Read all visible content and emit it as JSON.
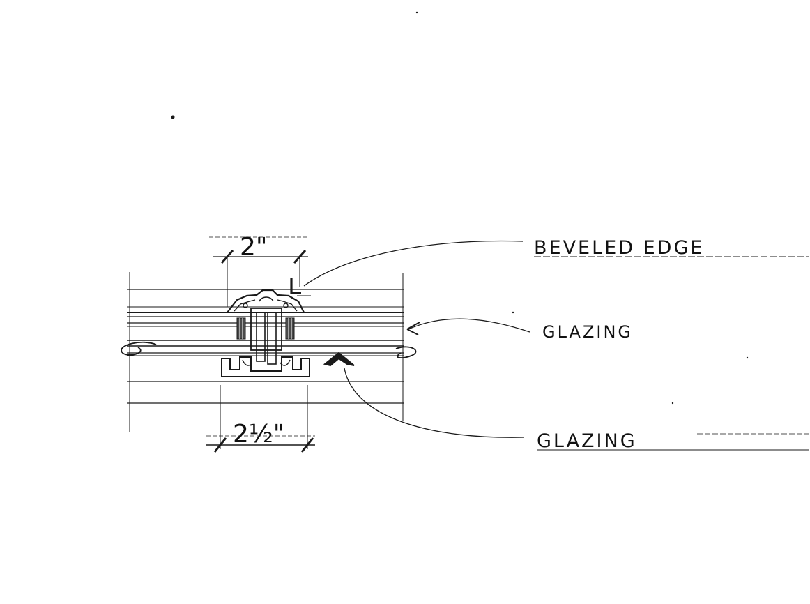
{
  "drawing": {
    "dimensions": {
      "top": "2\"",
      "bottom": "2½\""
    },
    "labels": {
      "beveled_edge": "BEVELED EDGE",
      "glazing_upper": "GLAZING",
      "glazing_lower": "GLAZING"
    },
    "colors": {
      "ink": "#1a1a1a",
      "paper": "#ffffff"
    }
  }
}
